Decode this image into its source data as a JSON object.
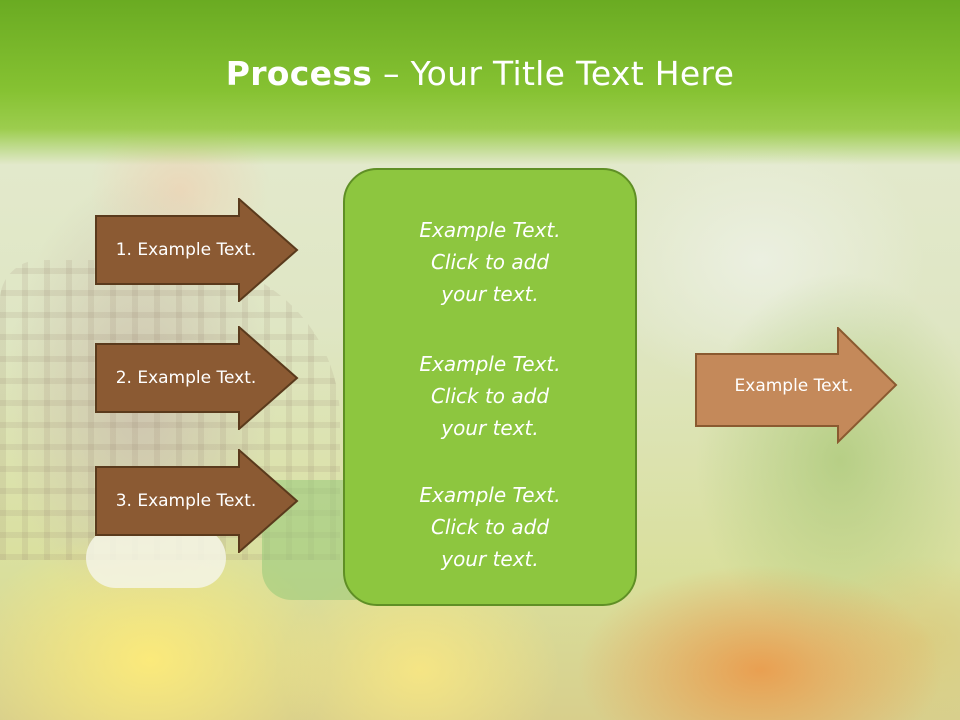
{
  "slide": {
    "title_bold": "Process",
    "title_rest": " – Your Title Text Here"
  },
  "left_arrows": [
    {
      "label": "1. Example Text."
    },
    {
      "label": "2. Example Text."
    },
    {
      "label": "3. Example Text."
    }
  ],
  "center_box": {
    "items": [
      {
        "line1": "Example Text.",
        "line2": "Click  to add",
        "line3": "your text."
      },
      {
        "line1": "Example Text.",
        "line2": "Click  to add",
        "line3": "your text."
      },
      {
        "line1": "Example Text.",
        "line2": "Click  to add",
        "line3": "your text."
      }
    ]
  },
  "right_arrow": {
    "label": "Example Text."
  },
  "colors": {
    "title_green": "#86c232",
    "arrow_brown": "#8b5a33",
    "arrow_tan": "#c4895a",
    "box_green": "#8dc63f"
  }
}
